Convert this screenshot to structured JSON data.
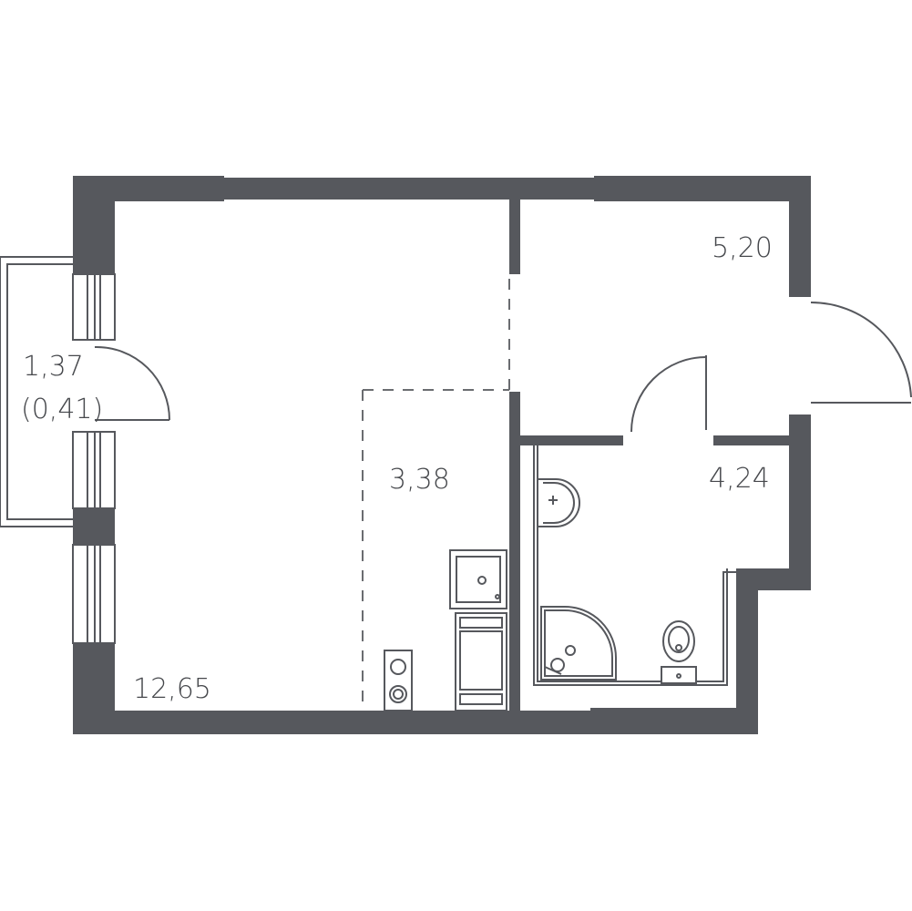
{
  "plan": {
    "rooms": {
      "living_room": {
        "area": "12,65"
      },
      "kitchen": {
        "area": "3,38"
      },
      "hall": {
        "area": "5,20"
      },
      "bathroom": {
        "area": "4,24"
      },
      "balcony": {
        "area": "1,37",
        "reduced_area": "(0,41)"
      }
    },
    "colors": {
      "walls": "#56585d",
      "lines": "#56585d",
      "labels": "#46484c",
      "background": "#ffffff"
    },
    "icons": [
      "door-swing-icon",
      "window-icon",
      "sink-icon",
      "toilet-icon",
      "shower-icon",
      "stove-icon",
      "fridge-icon",
      "washing-machine-icon"
    ]
  }
}
